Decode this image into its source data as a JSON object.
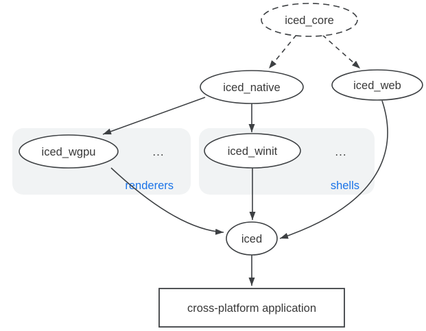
{
  "diagram": {
    "type": "dependency-graph",
    "nodes": {
      "iced_core": {
        "label": "iced_core",
        "shape": "dashed-ellipse"
      },
      "iced_native": {
        "label": "iced_native",
        "shape": "ellipse"
      },
      "iced_web": {
        "label": "iced_web",
        "shape": "ellipse"
      },
      "iced_wgpu": {
        "label": "iced_wgpu",
        "shape": "ellipse"
      },
      "iced_winit": {
        "label": "iced_winit",
        "shape": "ellipse"
      },
      "iced": {
        "label": "iced",
        "shape": "ellipse"
      },
      "app": {
        "label": "cross-platform application",
        "shape": "rectangle"
      }
    },
    "groups": {
      "renderers": {
        "label": "renderers",
        "ellipsis": "...",
        "members": [
          "iced_wgpu"
        ]
      },
      "shells": {
        "label": "shells",
        "ellipsis": "...",
        "members": [
          "iced_winit"
        ]
      }
    },
    "edges": [
      {
        "from": "iced_core",
        "to": "iced_native",
        "style": "dashed"
      },
      {
        "from": "iced_core",
        "to": "iced_web",
        "style": "dashed"
      },
      {
        "from": "iced_native",
        "to": "iced_wgpu",
        "style": "solid"
      },
      {
        "from": "iced_native",
        "to": "iced_winit",
        "style": "solid"
      },
      {
        "from": "iced_winit",
        "to": "iced",
        "style": "solid"
      },
      {
        "from": "iced_wgpu",
        "to": "iced",
        "style": "solid"
      },
      {
        "from": "iced_web",
        "to": "iced",
        "style": "solid"
      },
      {
        "from": "iced",
        "to": "app",
        "style": "solid"
      }
    ],
    "colors": {
      "accent_blue": "#1a73e8",
      "group_fill": "#f1f3f4",
      "stroke": "#3d4043",
      "text": "#383838",
      "background": "#ffffff"
    }
  }
}
